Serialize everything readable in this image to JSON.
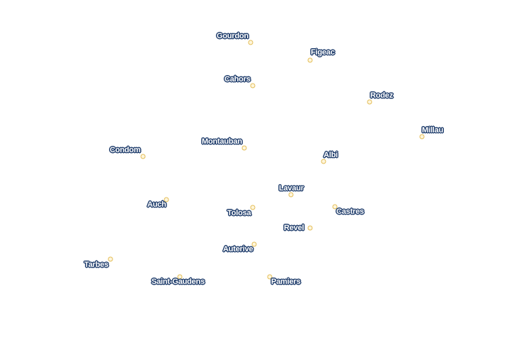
{
  "map": {
    "colors": {
      "label_text": "#ffffff",
      "label_halo": "#23406e",
      "dot_fill": "#fff6dc",
      "dot_stroke": "#e3bd58",
      "background": "#ffffff"
    },
    "cities": [
      {
        "id": "gourdon",
        "name": "Gourdon"
      },
      {
        "id": "figeac",
        "name": "Figeac"
      },
      {
        "id": "cahors",
        "name": "Cahors"
      },
      {
        "id": "rodez",
        "name": "Rodez"
      },
      {
        "id": "millau",
        "name": "Millau"
      },
      {
        "id": "condom",
        "name": "Condom"
      },
      {
        "id": "montauban",
        "name": "Montauban"
      },
      {
        "id": "albi",
        "name": "Albi"
      },
      {
        "id": "lavaur",
        "name": "Lavaur"
      },
      {
        "id": "auch",
        "name": "Auch"
      },
      {
        "id": "tolosa",
        "name": "Tolosa"
      },
      {
        "id": "castres",
        "name": "Castres"
      },
      {
        "id": "revel",
        "name": "Revel"
      },
      {
        "id": "auterive",
        "name": "Auterive"
      },
      {
        "id": "tarbes",
        "name": "Tarbes"
      },
      {
        "id": "saint-gaudens",
        "name": "Saint-Gaudens"
      },
      {
        "id": "pamiers",
        "name": "Pamiers"
      }
    ]
  }
}
